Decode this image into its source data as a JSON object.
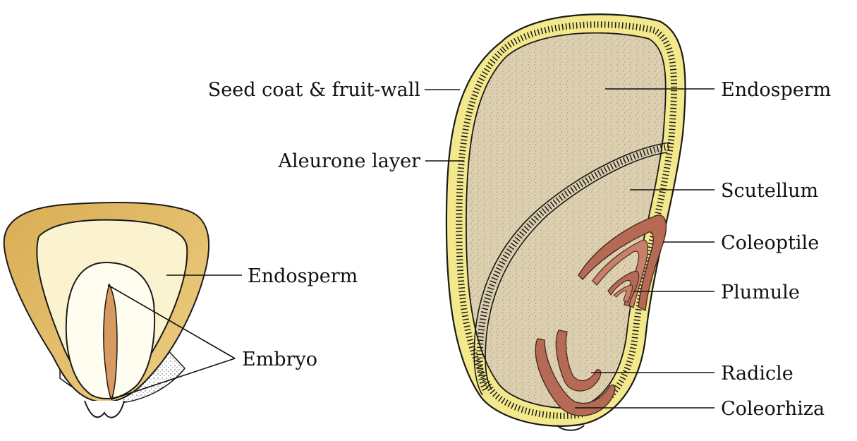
{
  "labels": {
    "seed_coat": "Seed coat & fruit-wall",
    "aleurone": "Aleurone layer",
    "endosperm_right": "Endosperm",
    "scutellum": "Scutellum",
    "coleoptile": "Coleoptile",
    "plumule": "Plumule",
    "radicle": "Radicle",
    "coleorhiza": "Coleorhiza",
    "endosperm_left": "Endosperm",
    "embryo": "Embryo"
  },
  "colors": {
    "outline": "#1a1a1a",
    "seed_coat": "#f3e98c",
    "endosperm_fill": "#ddd0b0",
    "embryo_brown": "#b56a55",
    "seed_gold": "#d9ad54",
    "seed_cream": "#fbf2cf",
    "embryo_axis": "#d99a62"
  }
}
